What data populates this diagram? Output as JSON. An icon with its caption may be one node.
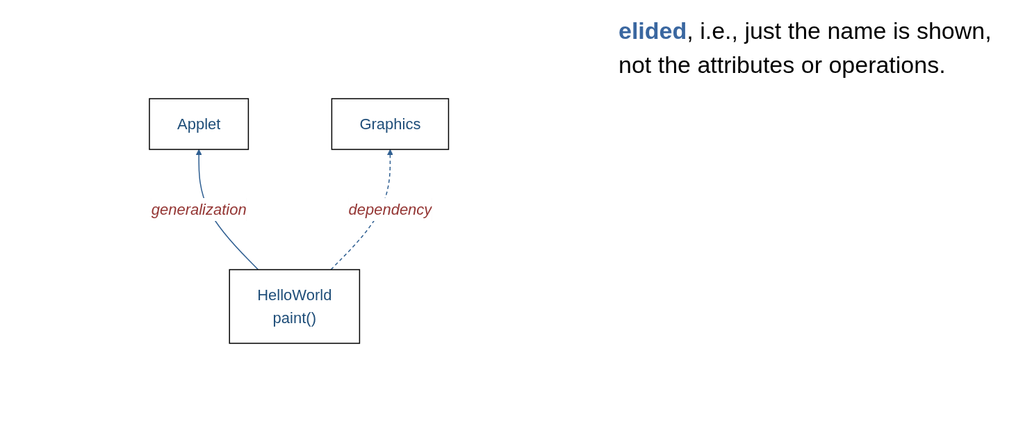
{
  "diagram": {
    "nodes": [
      {
        "text": [
          "Applet"
        ]
      },
      {
        "text": [
          "HelloWorld",
          "paint()"
        ]
      },
      {
        "text": [
          "Graphics"
        ]
      }
    ],
    "edges": [
      {
        "from": 1,
        "to": 0,
        "arrow": "to",
        "label": "generalization"
      },
      {
        "from": 1,
        "to": 2,
        "arrow": "to",
        "label": "dependency",
        "style": "dashed"
      }
    ],
    "labels": [
      "**elided**, i.e., just the name is shown, not the attributes or operations."
    ]
  }
}
